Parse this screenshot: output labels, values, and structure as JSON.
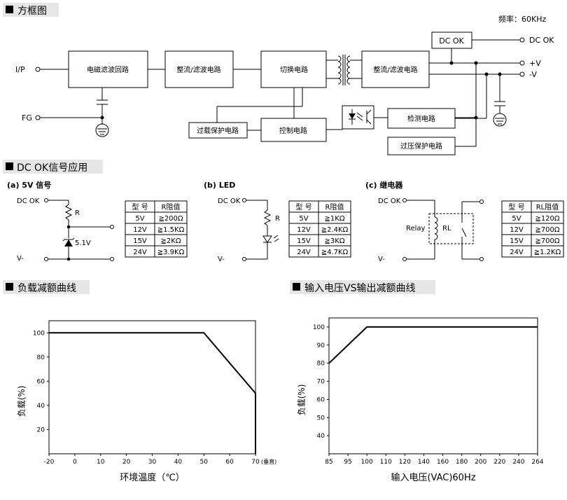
{
  "sections": {
    "block_diagram": "方框图",
    "dcok_signal": "DC OK信号应用",
    "load_derating": "负载减额曲线",
    "input_derating": "输入电压VS输出减额曲线"
  },
  "block_diagram": {
    "freq_label": "频率：60KHz",
    "ports": {
      "ip": "I/P",
      "fg": "FG",
      "dcok": "DC OK",
      "plus_v": "+V",
      "minus_v": "-V"
    },
    "blocks": {
      "emi": "电磁滤波回路",
      "rect1": "整流/滤波电路",
      "switch": "切换电路",
      "rect2": "整流/滤波电路",
      "dcok": "DC OK",
      "detect": "检测电路",
      "ovp": "过压保护电路",
      "olp": "过载保护电路",
      "control": "控制电路"
    }
  },
  "dcok_apps": {
    "a": {
      "title": "(a) 5V 信号",
      "dcok": "DC OK",
      "vminus": "V-",
      "r": "R",
      "zener": "5.1V",
      "table": {
        "headers": [
          "型 号",
          "R阻值"
        ],
        "rows": [
          [
            "5V",
            "≧200Ω"
          ],
          [
            "12V",
            "≧1.5KΩ"
          ],
          [
            "15V",
            "≧2KΩ"
          ],
          [
            "24V",
            "≧3.9KΩ"
          ]
        ]
      }
    },
    "b": {
      "title": "(b) LED",
      "dcok": "DC OK",
      "vminus": "V-",
      "r": "R",
      "table": {
        "headers": [
          "型 号",
          "R阻值"
        ],
        "rows": [
          [
            "5V",
            "≧1KΩ"
          ],
          [
            "12V",
            "≧2.4KΩ"
          ],
          [
            "15V",
            "≧3KΩ"
          ],
          [
            "24V",
            "≧4.7KΩ"
          ]
        ]
      }
    },
    "c": {
      "title": "(c) 继电器",
      "dcok": "DC OK",
      "vminus": "V-",
      "relay": "Relay",
      "rl": "RL",
      "table": {
        "headers": [
          "型 号",
          "RL阻值"
        ],
        "rows": [
          [
            "5V",
            "≧120Ω"
          ],
          [
            "12V",
            "≧700Ω"
          ],
          [
            "15V",
            "≧700Ω"
          ],
          [
            "24V",
            "≧1.2KΩ"
          ]
        ]
      }
    }
  },
  "chart_data": [
    {
      "type": "line",
      "xlabel": "环境温度（℃）",
      "ylabel": "负载(%)",
      "x_unit": "(垂直)",
      "xticks": [
        -20,
        0,
        10,
        20,
        30,
        40,
        50,
        60,
        70
      ],
      "yticks": [
        20,
        40,
        60,
        80,
        100
      ],
      "xlim": [
        -20,
        70
      ],
      "ylim": [
        0,
        110
      ],
      "series": [
        {
          "x": [
            -20,
            50,
            70,
            70
          ],
          "y": [
            100,
            100,
            50,
            0
          ]
        }
      ]
    },
    {
      "type": "line",
      "xlabel": "输入电压(VAC)60Hz",
      "ylabel": "负载(%)",
      "xticks": [
        85,
        95,
        100,
        110,
        120,
        140,
        160,
        180,
        200,
        220,
        240,
        264
      ],
      "yticks": [
        40,
        50,
        60,
        70,
        80,
        90,
        100
      ],
      "xlim": [
        85,
        264
      ],
      "ylim": [
        30,
        105
      ],
      "series": [
        {
          "x": [
            85,
            100,
            264
          ],
          "y": [
            80,
            100,
            100
          ]
        }
      ]
    }
  ]
}
